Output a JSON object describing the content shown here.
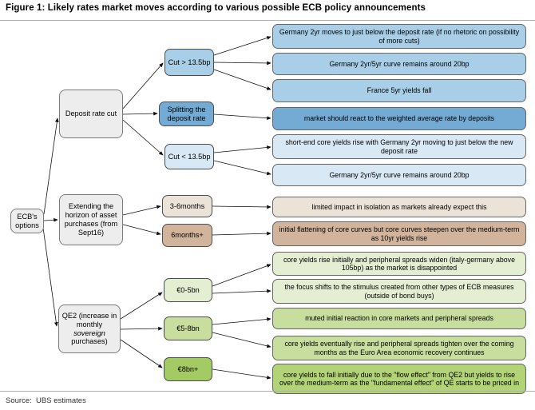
{
  "title": "Figure 1: Likely rates market moves according to various possible ECB policy announcements",
  "source": "Source:  UBS estimates",
  "root_label": "ECB's options",
  "colors": {
    "blue-light": "#a9cfe8",
    "blue-mid": "#74abd4",
    "blue-pale": "#d8e8f4",
    "tan-light": "#ece3d8",
    "tan-dark": "#d2b49c",
    "green-pale": "#e3eed2",
    "green-mid": "#c8de9e",
    "green-strong": "#a4ca63",
    "green-outcome": "#b3d377",
    "left-box-gray": "#ededed"
  },
  "branches": [
    {
      "label": "Deposit rate cut",
      "options": [
        {
          "label": "Cut > 13.5bp",
          "outcomes": [
            "Germany 2yr moves to just below the deposit rate (if no rhetoric on possibility of more cuts)",
            "Germany 2yr/5yr curve remains around 20bp",
            "France 5yr yields fall"
          ]
        },
        {
          "label": "Splitting the deposit rate",
          "outcomes": [
            "market should react to the weighted average rate by deposits"
          ]
        },
        {
          "label": "Cut < 13.5bp",
          "outcomes": [
            "short-end core yields rise with Germany 2yr moving to just below the new deposit rate",
            "Germany 2yr/5yr curve remains around 20bp"
          ]
        }
      ]
    },
    {
      "label": "Extending the horizon of asset purchases (from Sept16)",
      "options": [
        {
          "label": "3-6months",
          "outcomes": [
            "limited impact in isolation as markets already expect this"
          ]
        },
        {
          "label": "6months+",
          "outcomes": [
            "initial flattening of core curves but core curves steepen over the medium-term as 10yr yields rise"
          ]
        }
      ]
    },
    {
      "label_pre": "QE2 (increase in monthly ",
      "label_italic": "sovereign",
      "label_post": " purchases)",
      "options": [
        {
          "label": "€0-5bn",
          "outcomes": [
            "core yields rise initially and peripheral spreads widen (italy-germany above 105bp) as the market is disappointed",
            "the focus shifts to the stimulus created from other types of ECB measures (outside of bond buys)"
          ]
        },
        {
          "label": "€5-8bn",
          "outcomes": [
            "muted initial reaction in core markets and peripheral spreads",
            "core yields eventually rise and peripheral spreads tighten over the coming months as the Euro Area economic recovery continues"
          ]
        },
        {
          "label": "€8bn+",
          "outcomes": [
            "core yields to fall initially due to the \"flow effect\" from QE2 but yields to rise over the medium-term as the \"fundamental effect\" of QE starts to be priced in"
          ]
        }
      ]
    }
  ]
}
